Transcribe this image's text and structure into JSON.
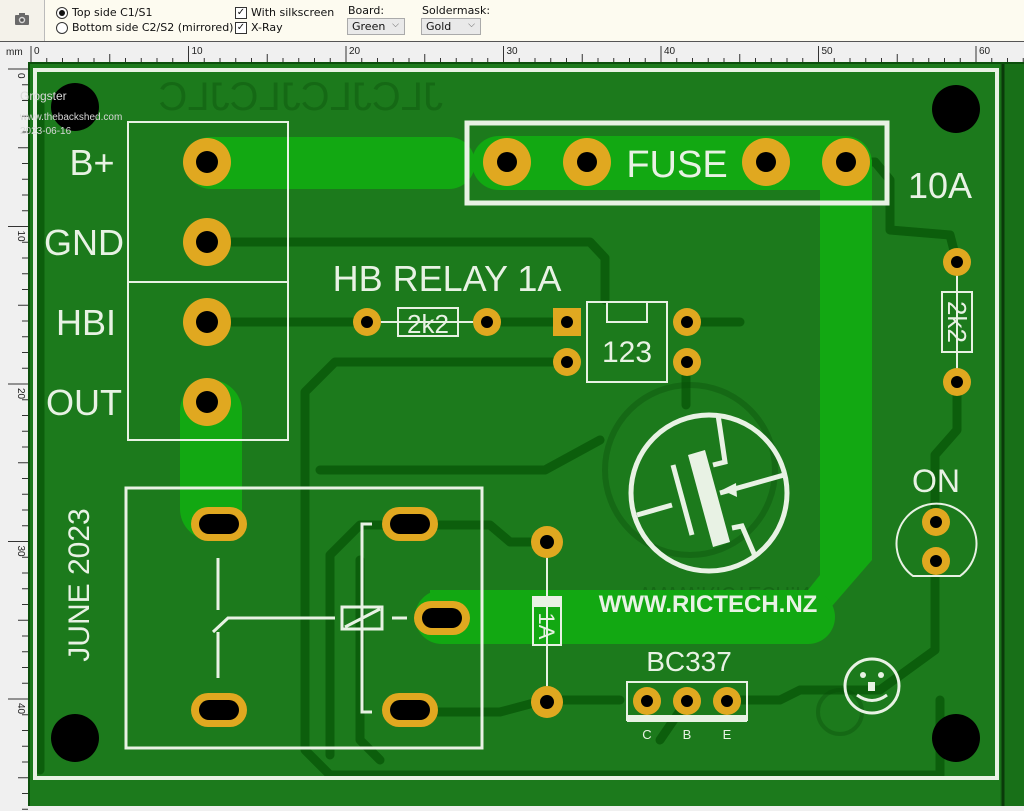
{
  "toolbar": {
    "camera_icon": "camera-icon",
    "view_options": [
      {
        "label": "Top side C1/S1",
        "selected": true
      },
      {
        "label": "Bottom side C2/S2 (mirrored)",
        "selected": false
      }
    ],
    "checkboxes": [
      {
        "label": "With silkscreen",
        "checked": true
      },
      {
        "label": "X-Ray",
        "checked": true
      }
    ],
    "board": {
      "label": "Board:",
      "value": "Green"
    },
    "soldermask": {
      "label": "Soldermask:",
      "value": "Gold"
    }
  },
  "ruler": {
    "unit": "mm",
    "top_labels": [
      "0",
      "10",
      "20",
      "30",
      "40",
      "50",
      "60"
    ],
    "left_labels": [
      "0",
      "10",
      "20",
      "30",
      "40"
    ]
  },
  "pcb": {
    "colors": {
      "board": "#1c7a1c",
      "copper_top": "#12a812",
      "copper_bottom": "#0c5e0c",
      "pad": "#e0a820",
      "drill": "#000000",
      "silkscreen": "#e8f2e4"
    },
    "author": {
      "name": "Grogster",
      "site": "www.thebackshed.com",
      "date": "2023-06-16"
    },
    "mirrored_top_text": "JLCJLCJLCJLC",
    "connector_labels": [
      "B+",
      "GND",
      "HBI",
      "OUT"
    ],
    "fuse_label": "FUSE",
    "fuse_rating": "10A",
    "relay_title": "HB RELAY 1A",
    "resistor_left": "2k2",
    "resistor_right": "2k2",
    "optocoupler_label": "123",
    "diode_label": "1A",
    "website": "WWW.RICTECH.NZ",
    "website_mirrored": "WWW.RICTECH.NZ",
    "transistor_label": "BC337",
    "transistor_pins": [
      "C",
      "B",
      "E"
    ],
    "led_label": "ON",
    "date_vertical": "JUNE 2023"
  }
}
